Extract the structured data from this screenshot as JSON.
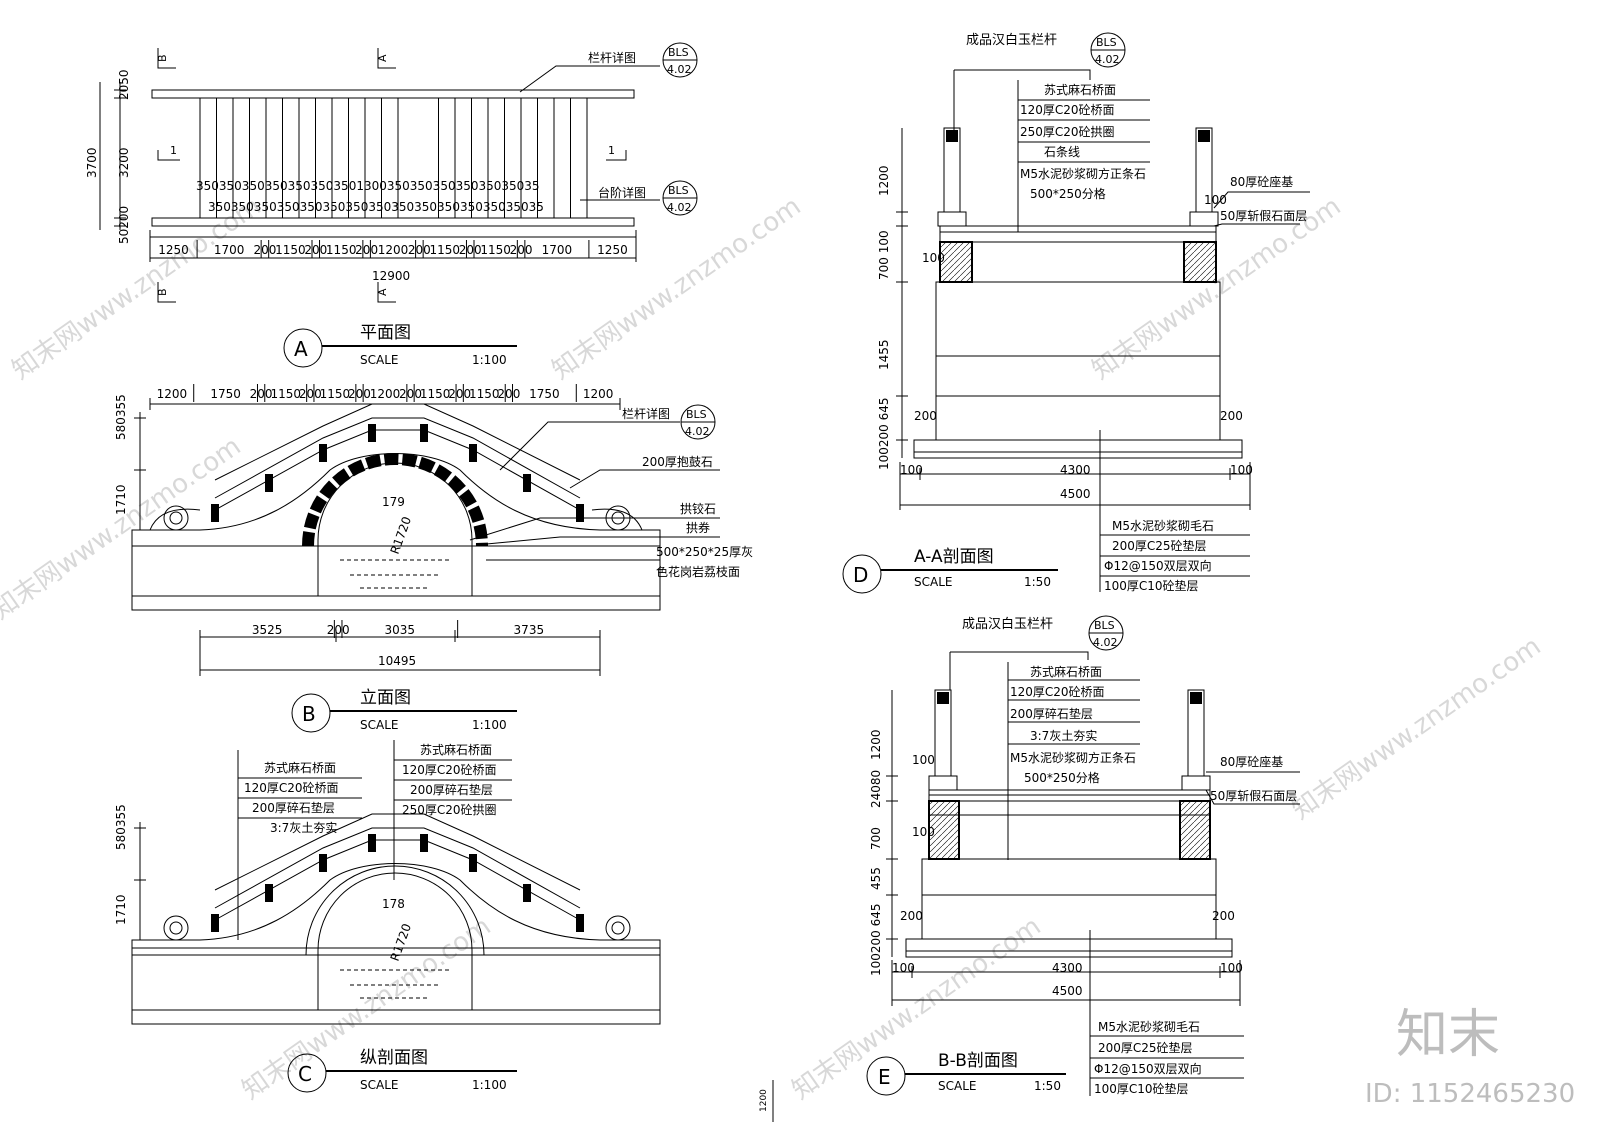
{
  "plan": {
    "badge": "A",
    "title": "平面图",
    "scale_label": "SCALE",
    "scale_value": "1:100",
    "railing_note": "栏杆详图",
    "step_note": "台阶详图",
    "detail_ref_top": "BLS",
    "detail_ref_bottom": "4.02",
    "section_b": "B",
    "section_a": "A",
    "section_1": "1",
    "dim_left": [
      "2050",
      "3200",
      "50200",
      "3700"
    ],
    "baluster_dims_top": "350350350350350350350130035035035035035035035",
    "baluster_dims_bottom": "35035035035035035035035035035035035035035035",
    "chain_dims": [
      "1250",
      "1700",
      "200",
      "1150",
      "200",
      "1150",
      "200",
      "1200",
      "200",
      "1150",
      "200",
      "1150",
      "200",
      "1700",
      "1250"
    ],
    "total": "12900"
  },
  "elevation": {
    "badge": "B",
    "title": "立面图",
    "scale_label": "SCALE",
    "scale_value": "1:100",
    "top_dims": [
      "1200",
      "1750",
      "200",
      "1150",
      "200",
      "1150",
      "200",
      "1200",
      "200",
      "1150",
      "200",
      "1150",
      "200",
      "1750",
      "1200"
    ],
    "left_dims": [
      "580355",
      "1710"
    ],
    "railing_note": "栏杆详图",
    "notes": [
      "200厚抱鼓石",
      "拱铰石",
      "拱券",
      "500*250*25厚灰",
      "色花岗岩荔枝面"
    ],
    "arch_dim": "179",
    "radius": "R1720",
    "bottom_dims": [
      "3525",
      "200",
      "3035",
      "3735"
    ],
    "total": "10495"
  },
  "long_section": {
    "badge": "C",
    "title": "纵剖面图",
    "scale_label": "SCALE",
    "scale_value": "1:100",
    "notes_left": [
      "苏式麻石桥面",
      "120厚C20砼桥面",
      "200厚碎石垫层",
      "3:7灰土夯实"
    ],
    "notes_right": [
      "苏式麻石桥面",
      "120厚C20砼桥面",
      "200厚碎石垫层",
      "250厚C20砼拱圈"
    ],
    "left_dims": [
      "580355",
      "1710"
    ],
    "arch_dim": "178",
    "radius": "R1720"
  },
  "section_aa": {
    "badge": "D",
    "title": "A-A剖面图",
    "scale_label": "SCALE",
    "scale_value": "1:50",
    "railing": "成品汉白玉栏杆",
    "notes": [
      "苏式麻石桥面",
      "120厚C20砼桥面",
      "250厚C20砼拱圈",
      "石条线",
      "M5水泥砂浆砌方正条石",
      "500*250分格"
    ],
    "side_notes": [
      "80厚砼座基",
      "50厚斩假石面层"
    ],
    "left_dims": [
      "1200",
      "700 100",
      "1455",
      "100200 645"
    ],
    "small_dims": [
      "100",
      "100",
      "200",
      "200"
    ],
    "bottom_dims": [
      "100",
      "4300",
      "100"
    ],
    "total": "4500",
    "foundation": [
      "M5水泥砂浆砌毛石",
      "200厚C25砼垫层",
      "Φ12@150双层双向",
      "100厚C10砼垫层"
    ]
  },
  "section_bb": {
    "badge": "E",
    "title": "B-B剖面图",
    "scale_label": "SCALE",
    "scale_value": "1:50",
    "railing": "成品汉白玉栏杆",
    "notes": [
      "苏式麻石桥面",
      "120厚C20砼桥面",
      "200厚碎石垫层",
      "3:7灰土夯实",
      "M5水泥砂浆砌方正条石",
      "500*250分格"
    ],
    "side_notes": [
      "80厚砼座基",
      "50厚斩假石面层"
    ],
    "left_dims": [
      "1200",
      "24080",
      "700",
      "455",
      "100200 645"
    ],
    "small_dims": [
      "100",
      "100",
      "200",
      "200"
    ],
    "bottom_dims": [
      "100",
      "4300",
      "100"
    ],
    "total": "4500",
    "foundation": [
      "M5水泥砂浆砌毛石",
      "200厚C25砼垫层",
      "Φ12@150双层双向",
      "100厚C10砼垫层"
    ]
  },
  "misc": {
    "edge_dim": "1200",
    "brand": "知末",
    "id_text": "ID: 1152465230",
    "watermark": "知末网www.znzmo.com"
  },
  "colors": {
    "line": "#000000",
    "watermark": "#d8d8d8"
  }
}
